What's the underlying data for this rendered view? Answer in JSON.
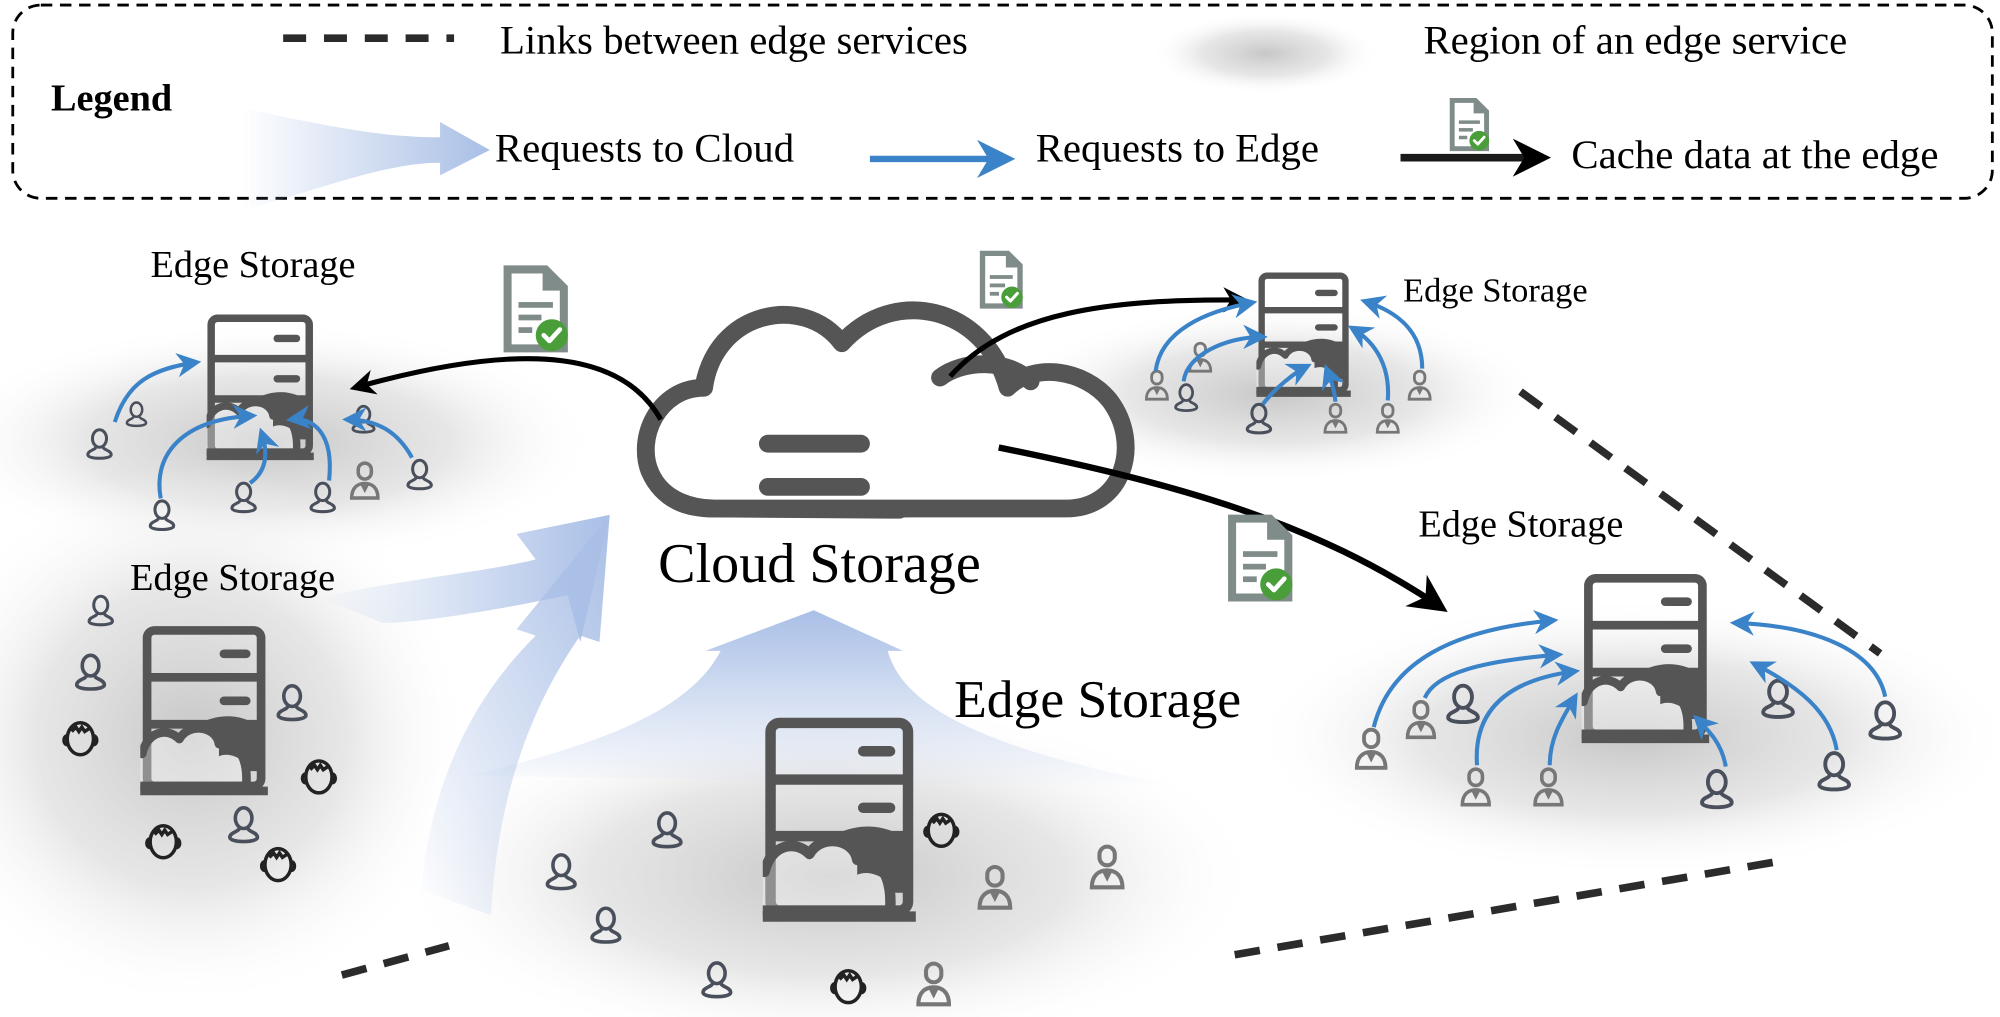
{
  "legend": {
    "title": "Legend",
    "items": [
      {
        "symbol": "dashed-line",
        "label": "Links between edge services"
      },
      {
        "symbol": "gray-blur-region",
        "label": "Region of an edge service"
      },
      {
        "symbol": "wide-light-blue-arrow",
        "label": "Requests to Cloud"
      },
      {
        "symbol": "thin-blue-arrow",
        "label": "Requests to Edge"
      },
      {
        "symbol": "black-arrow-with-document",
        "label": "Cache data at the edge"
      }
    ]
  },
  "nodes": {
    "cloud": {
      "label": "Cloud Storage",
      "icon": "cloud-storage-icon"
    },
    "edge_top_left": {
      "label": "Edge Storage"
    },
    "edge_mid_left": {
      "label": "Edge Storage"
    },
    "edge_bottom_center": {
      "label": "Edge Storage"
    },
    "edge_top_right": {
      "label": "Edge Storage"
    },
    "edge_right": {
      "label": "Edge Storage"
    }
  },
  "colors": {
    "request_to_cloud": "#a9bfe6",
    "request_to_edge": "#3a83c9",
    "cache_arrow": "#000000",
    "server": "#555555",
    "document": "#7f8c8a",
    "check_badge": "#4a9e3a",
    "region": "#c8c8c8"
  }
}
